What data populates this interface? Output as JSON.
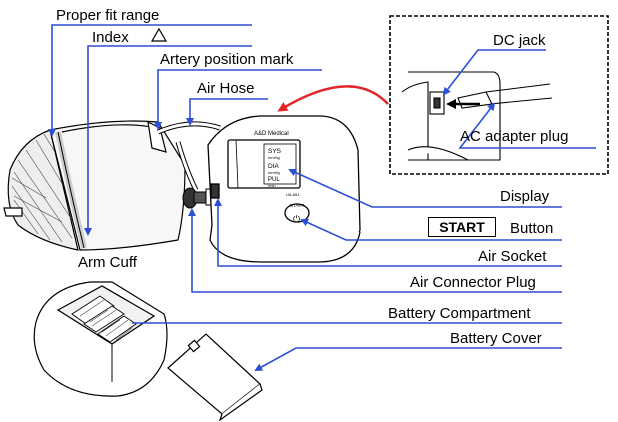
{
  "labels": {
    "proper_fit_range": "Proper fit range",
    "index": "Index",
    "artery_position_mark": "Artery position mark",
    "air_hose": "Air Hose",
    "dc_jack": "DC jack",
    "ac_adapter_plug": "AC adapter plug",
    "display": "Display",
    "start_key": "START",
    "button": "Button",
    "air_socket": "Air Socket",
    "air_connector_plug": "Air Connector Plug",
    "arm_cuff": "Arm Cuff",
    "battery_compartment": "Battery Compartment",
    "battery_cover": "Battery Cover"
  },
  "device": {
    "brand": "A&D Medical",
    "screen_lines": [
      "SYS",
      "mmHg",
      "DIA",
      "mmHg",
      "PUL",
      "/min"
    ],
    "start_text": "START",
    "model": "UA-651"
  },
  "colors": {
    "leader_line": "#2d4fd6",
    "highlight_arrow": "#e0262a",
    "ink": "#000000"
  }
}
